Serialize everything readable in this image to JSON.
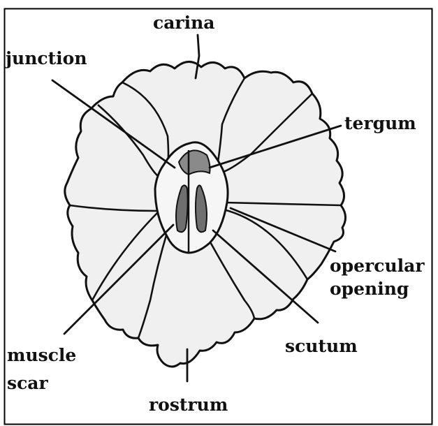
{
  "labels": {
    "carina": "carina",
    "junction": "junction",
    "tergum": "tergum",
    "opercular_opening_line1": "opercular",
    "opercular_opening_line2": "opening",
    "muscle_scar_line1": "muscle",
    "muscle_scar_line2": "scar",
    "scutum": "scutum",
    "rostrum": "rostrum"
  },
  "colors": {
    "outline": "#111111",
    "plate_fill": "#f0f0f0",
    "scar_fill": "#6f6f6f",
    "border": "#000000"
  }
}
